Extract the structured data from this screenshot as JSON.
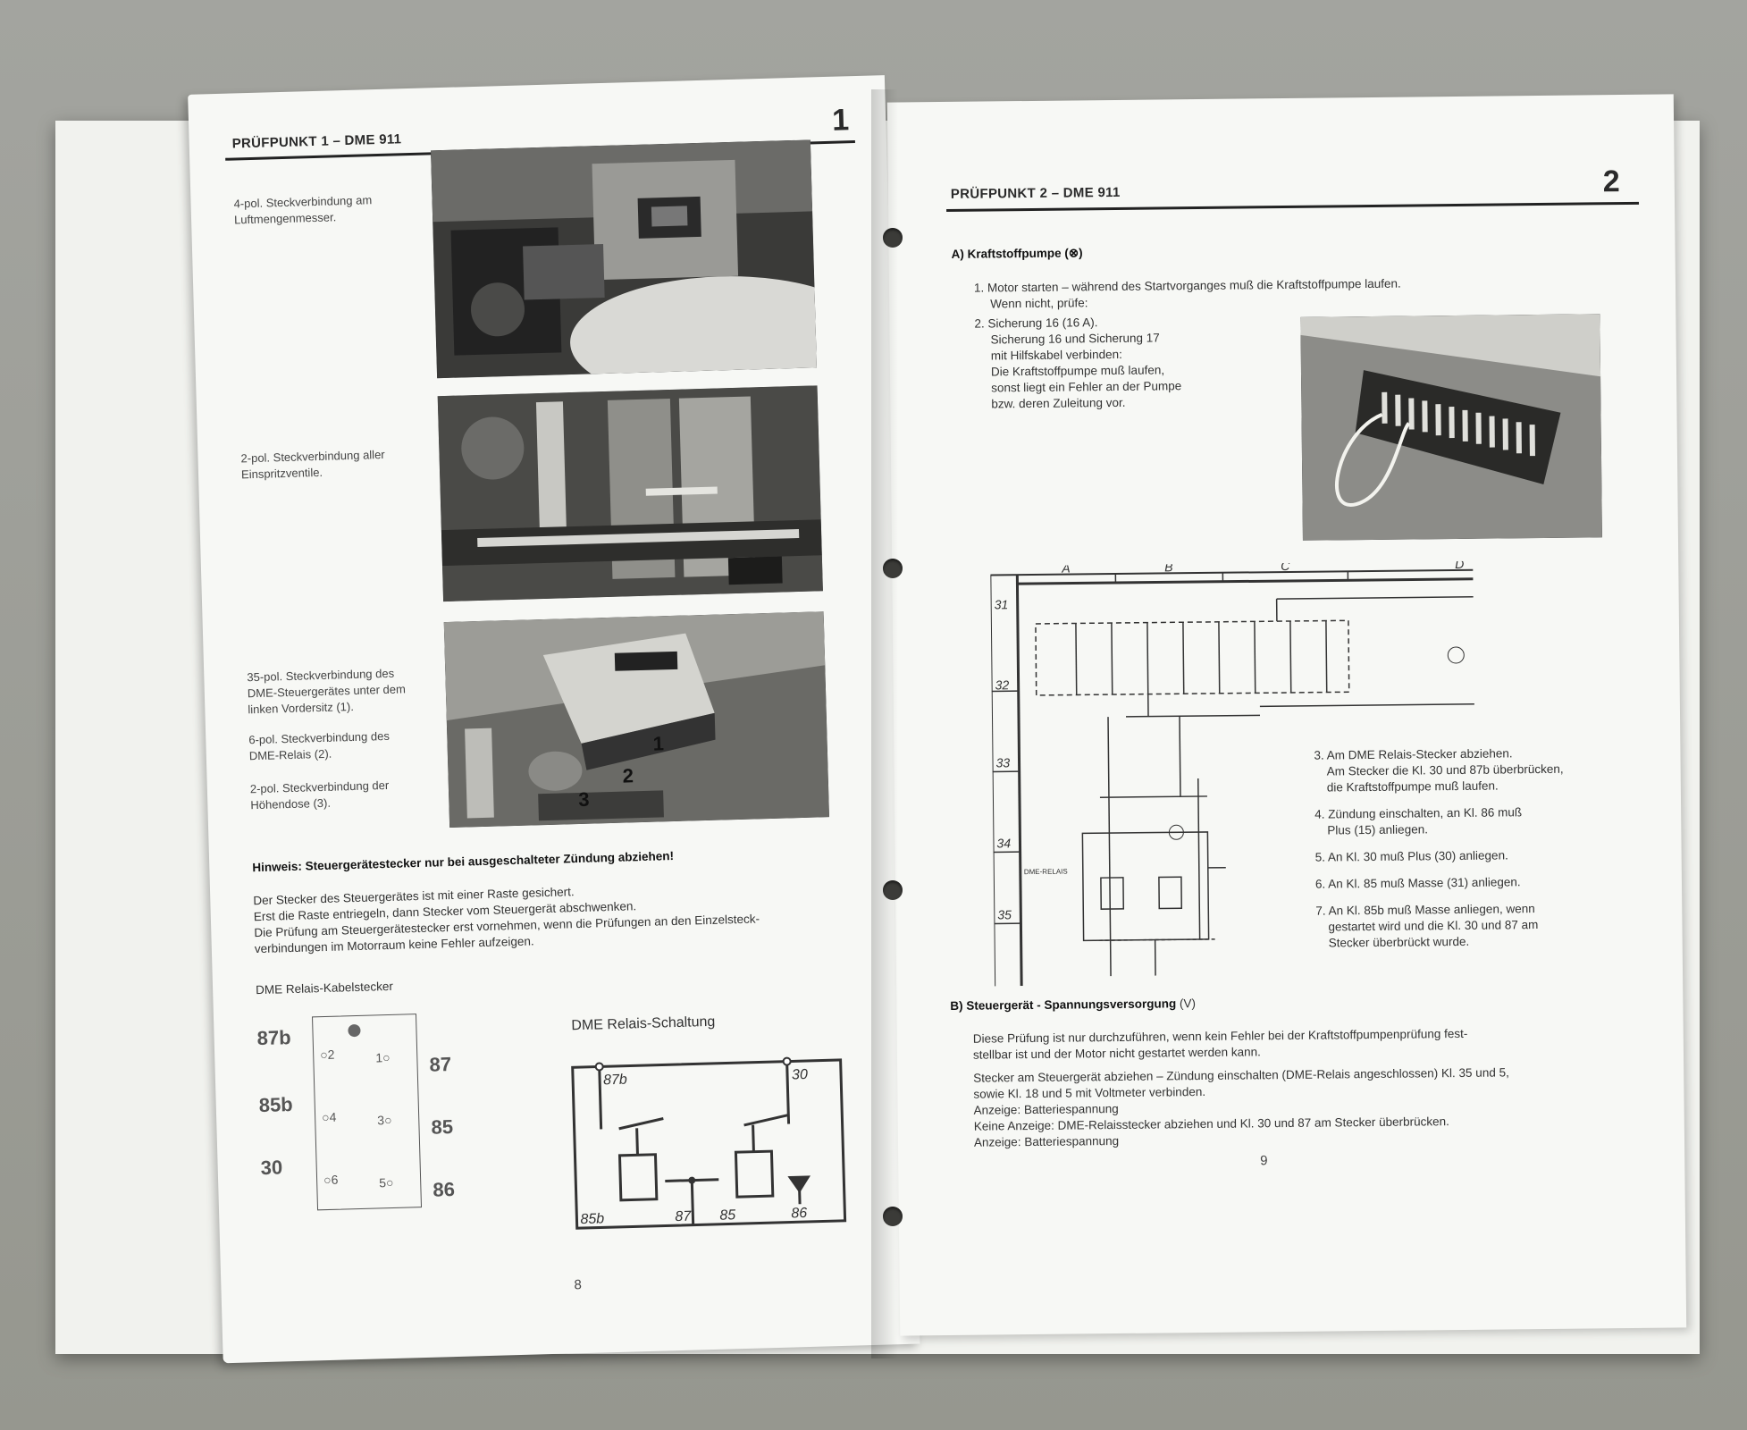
{
  "left_page": {
    "header": "PRÜFPUNKT 1 – DME 911",
    "header_number": "1",
    "caption1": "4-pol. Steckverbindung am Luftmengenmesser.",
    "caption2": "2-pol. Steckverbindung aller Einspritzventile.",
    "caption3": "35-pol. Steckverbindung des DME-Steuergerätes unter dem linken Vordersitz (1).",
    "caption4": "6-pol. Steckverbindung des DME-Relais (2).",
    "caption5": "2-pol. Steckverbindung der Höhendose (3).",
    "photo_label_1": "1",
    "photo_label_2": "2",
    "photo_label_3": "3",
    "hint_prefix": "Hinweis:",
    "hint_text": "Steuergerätestecker nur bei ausgeschalteter Zündung abziehen!",
    "body_line1": "Der Stecker des Steuergerätes ist mit einer Raste gesichert.",
    "body_line2": "Erst die Raste entriegeln, dann Stecker vom Steuergerät abschwenken.",
    "body_line3": "Die Prüfung am Steuergerätestecker erst vornehmen, wenn die Prüfungen an den Einzelsteck-",
    "body_line4": "verbindungen im Motorraum keine Fehler aufzeigen.",
    "relay_cable_title": "DME Relais-Kabelstecker",
    "relay_circuit_title": "DME Relais-Schaltung",
    "pins_left": [
      "87b",
      "85b",
      "30"
    ],
    "pins_right": [
      "87",
      "85",
      "86"
    ],
    "pin_numbers": [
      "2",
      "1",
      "4",
      "3",
      "6",
      "5"
    ],
    "circuit_labels": [
      "87b",
      "30",
      "85b",
      "87",
      "85",
      "86"
    ],
    "page_number": "8"
  },
  "right_page": {
    "header": "PRÜFPUNKT 2 – DME 911",
    "header_number": "2",
    "section_a": "A) Kraftstoffpumpe (⊗)",
    "step1_line1": "1. Motor starten – während des Startvorganges muß die Kraftstoffpumpe laufen.",
    "step1_line2": "Wenn nicht, prüfe:",
    "step2_lines": [
      "2. Sicherung 16 (16 A).",
      "Sicherung 16 und Sicherung 17",
      "mit Hilfskabel verbinden:",
      "Die Kraftstoffpumpe muß laufen,",
      "sonst liegt ein Fehler an der Pumpe",
      "bzw. deren Zuleitung vor."
    ],
    "grid_columns": [
      "A",
      "B",
      "C",
      "D"
    ],
    "grid_rows": [
      "31",
      "32",
      "33",
      "34",
      "35"
    ],
    "dme_relais_label": "DME-RELAIS",
    "steps_3_7": [
      "3. Am DME Relais-Stecker abziehen.",
      "Am Stecker die Kl. 30 und 87b überbrücken,",
      "die Kraftstoffpumpe muß laufen.",
      "4. Zündung einschalten, an Kl. 86 muß",
      "Plus (15) anliegen.",
      "5. An Kl. 30 muß Plus (30) anliegen.",
      "6. An Kl. 85 muß Masse (31) anliegen.",
      "7. An Kl. 85b muß Masse anliegen, wenn",
      "gestartet wird und die Kl. 30 und 87 am",
      "Stecker überbrückt wurde."
    ],
    "section_b_prefix": "B) Steuergerät - Spannungsversorgung",
    "section_b_suffix": "(V)",
    "b_line1": "Diese Prüfung ist nur durchzuführen, wenn kein Fehler bei der Kraftstoffpumpenprüfung fest-",
    "b_line2": "stellbar ist und der Motor nicht gestartet werden kann.",
    "b_line3": "Stecker am Steuergerät abziehen – Zündung einschalten (DME-Relais angeschlossen) Kl. 35 und 5,",
    "b_line4": "sowie Kl. 18 und 5 mit Voltmeter verbinden.",
    "b_line5": "Anzeige: Batteriespannung",
    "b_line6": "Keine Anzeige: DME-Relaisstecker abziehen und Kl. 30 und 87 am Stecker überbrücken.",
    "b_line7": "Anzeige: Batteriespannung",
    "page_number": "9"
  }
}
